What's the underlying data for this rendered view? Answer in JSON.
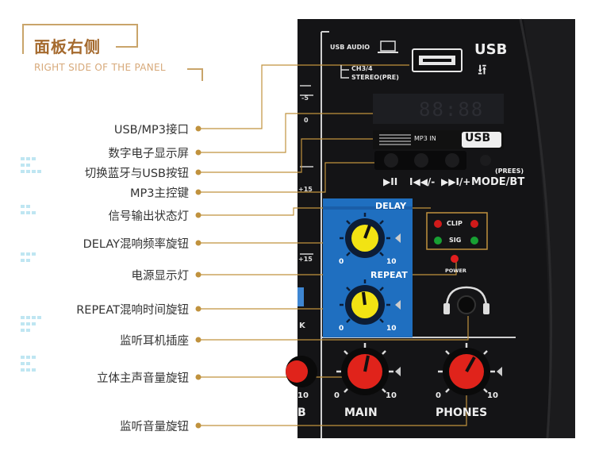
{
  "title": {
    "cn": "面板右侧",
    "en": "RIGHT SIDE OF THE PANEL"
  },
  "labels": [
    "USB/MP3接口",
    "数字电子显示屏",
    "切换蓝牙与USB按钮",
    "MP3主控键",
    "信号输出状态灯",
    "DELAY混响频率旋钮",
    "电源显示灯",
    "REPEAT混响时间旋钮",
    "监听耳机插座",
    "立体主声音量旋钮",
    "监听音量旋钮"
  ],
  "panel": {
    "usb_audio": "USB AUDIO",
    "ch34": "CH3/4",
    "stereo_pre": "STEREO(PRE)",
    "usb": "USB",
    "display": "88:88",
    "mp3in": "MP3 IN",
    "usb_badge": "USB",
    "prees": "(PREES)",
    "play_pause": "▶II",
    "prev": "I◀◀/-",
    "next": "▶▶I/+",
    "mode_bt": "MODE/BT",
    "delay": "DELAY",
    "repeat": "REPEAT",
    "clip": "CLIP",
    "sig": "SIG",
    "power": "POWER",
    "main": "MAIN",
    "phones": "PHONES",
    "scale_min": "0",
    "scale_max": "10",
    "meter_m5": "-5",
    "meter_0": "0",
    "meter_p15a": "+15",
    "meter_p15b": "+15",
    "cut_k": "K",
    "cut_b": "B"
  },
  "colors": {
    "accent": "#c0923e",
    "knob_yellow": "#f2e313",
    "knob_red": "#e0231b",
    "panel_blue": "#1f6fc0"
  }
}
